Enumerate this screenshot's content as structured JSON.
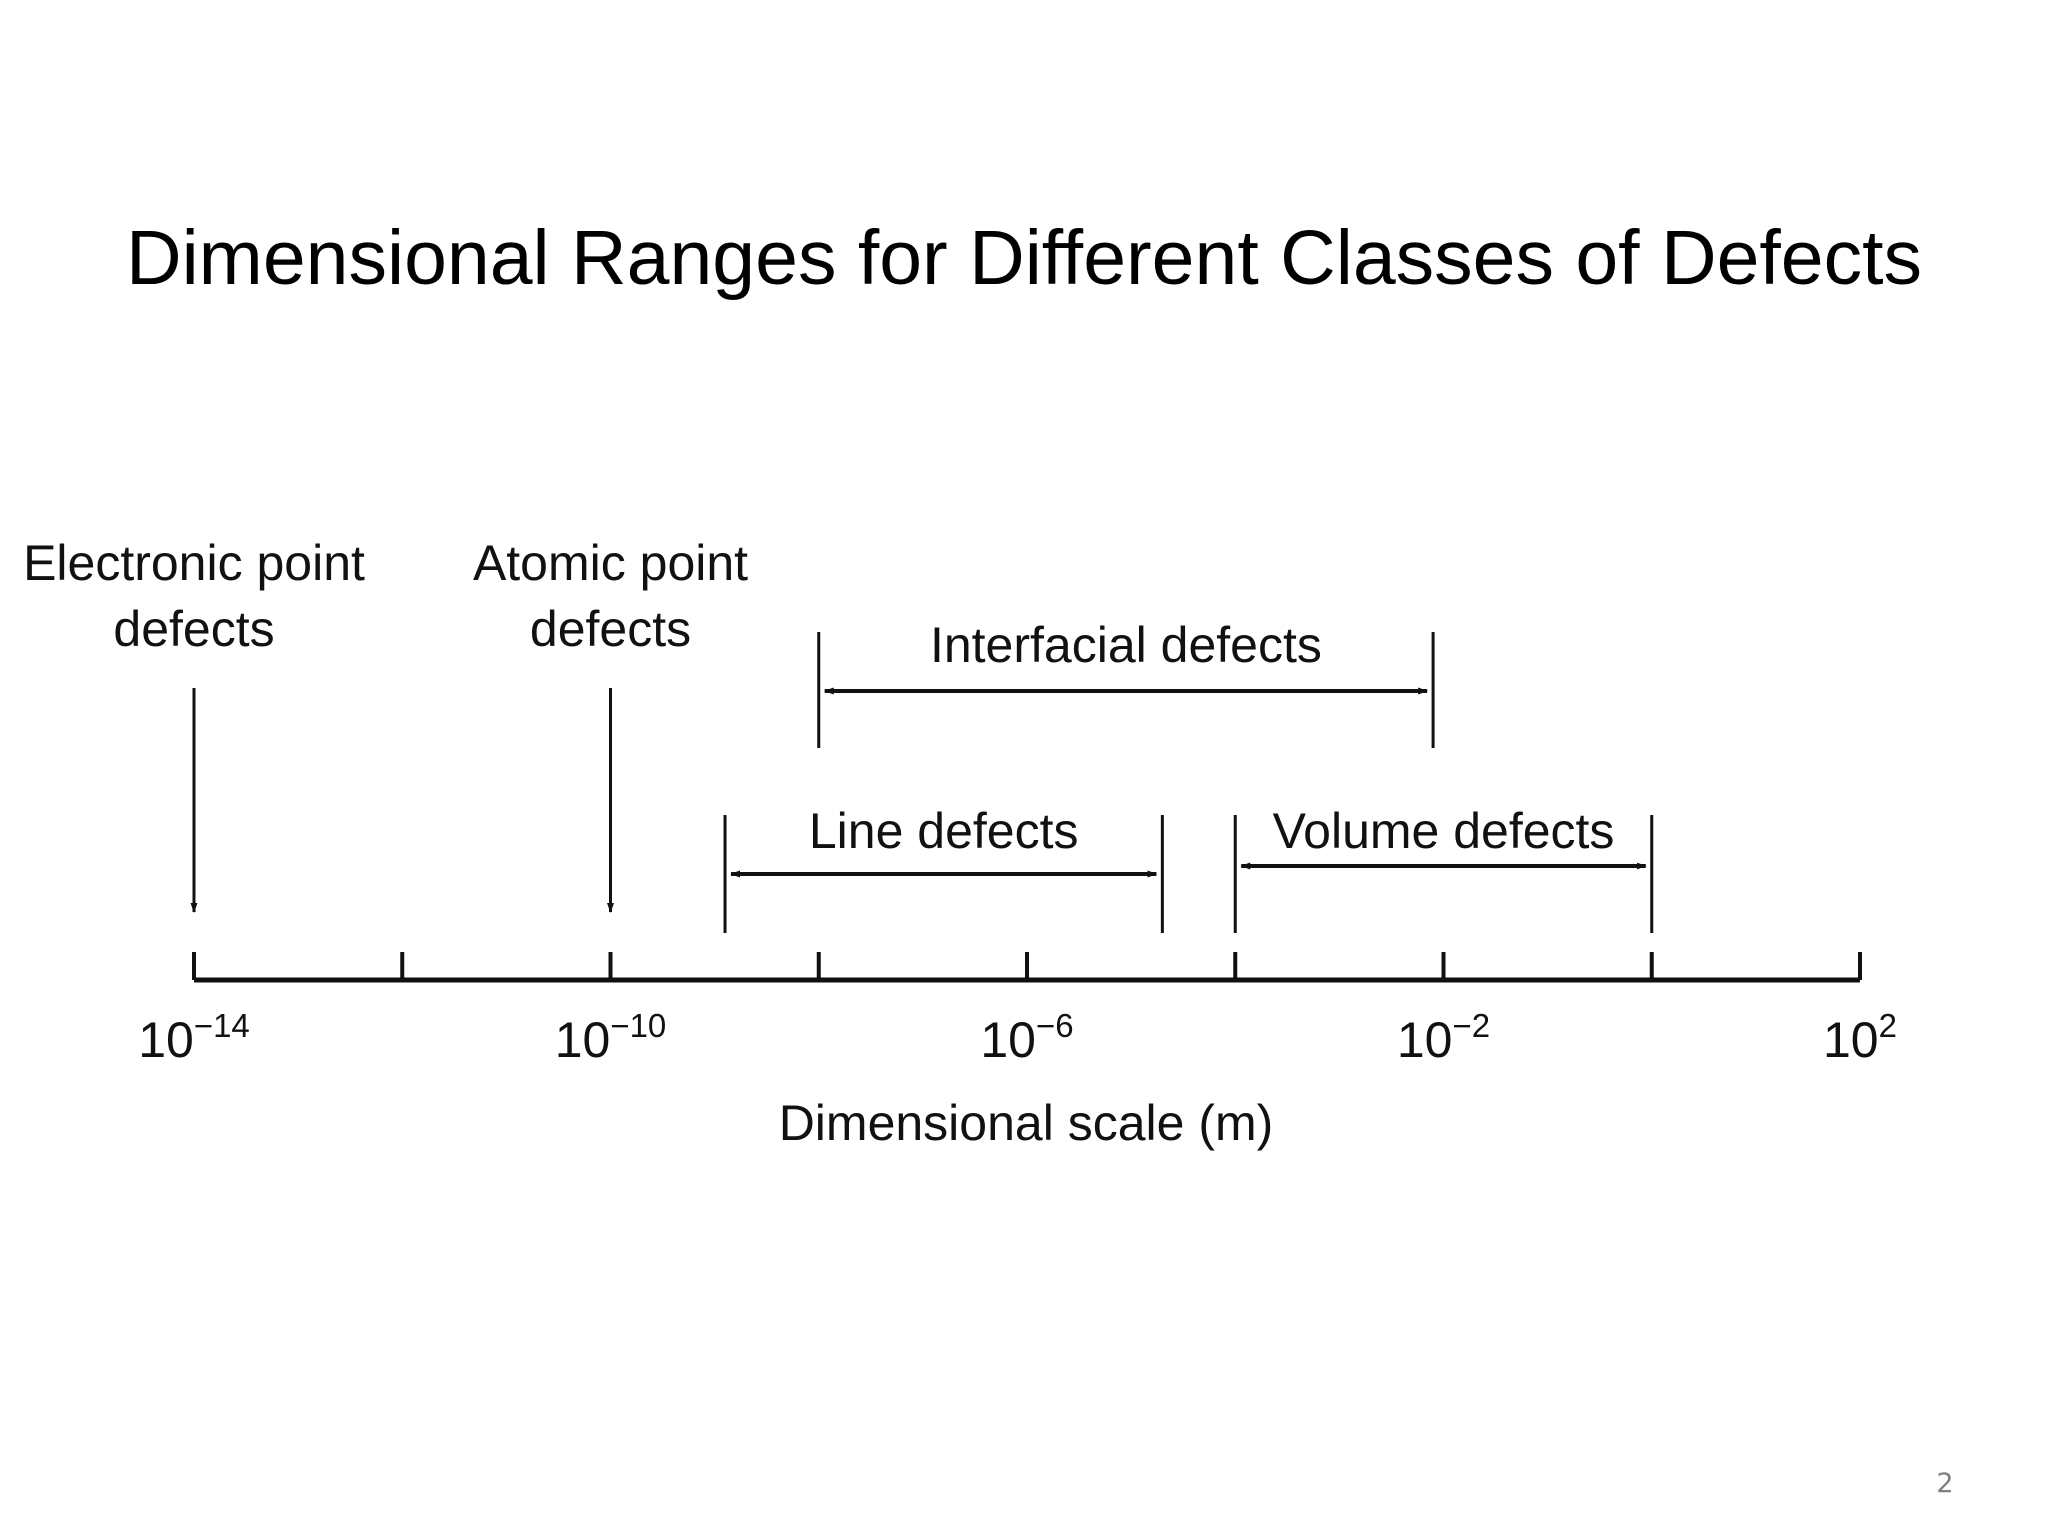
{
  "slide": {
    "title": "Dimensional Ranges for Different Classes of Defects",
    "page_number": "2"
  },
  "diagram": {
    "axis": {
      "label": "Dimensional scale (m)",
      "unit": "m",
      "scale": "log10",
      "range_exponent": [
        -14,
        2
      ],
      "tick_exponents": [
        -14,
        -12,
        -10,
        -8,
        -6,
        -4,
        -2,
        0,
        2
      ],
      "tick_labels": [
        {
          "exponent": -14,
          "base": "10",
          "sup": "−14"
        },
        {
          "exponent": -10,
          "base": "10",
          "sup": "−10"
        },
        {
          "exponent": -6,
          "base": "10",
          "sup": "−6"
        },
        {
          "exponent": -2,
          "base": "10",
          "sup": "−2"
        },
        {
          "exponent": 2,
          "base": "10",
          "sup": "2"
        }
      ]
    },
    "point_defects": [
      {
        "line1": "Electronic point",
        "line2": "defects",
        "exponent": -14
      },
      {
        "line1": "Atomic point",
        "line2": "defects",
        "exponent": -10
      }
    ],
    "range_defects": [
      {
        "label": "Interfacial defects",
        "from_exponent": -8,
        "to_exponent": -2.1
      },
      {
        "label": "Line defects",
        "from_exponent": -8.9,
        "to_exponent": -4.7
      },
      {
        "label": "Volume defects",
        "from_exponent": -4,
        "to_exponent": 0
      }
    ]
  }
}
